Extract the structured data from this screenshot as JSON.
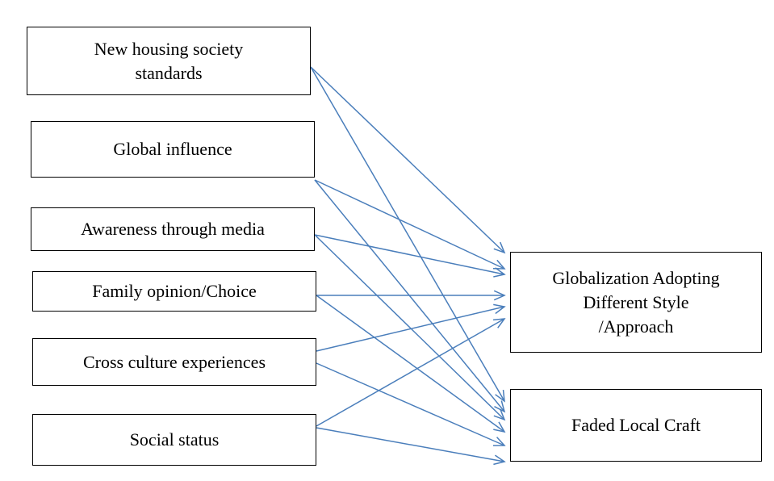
{
  "sources": [
    {
      "id": "src-0",
      "label": "New housing society\nstandards"
    },
    {
      "id": "src-1",
      "label": "Global influence"
    },
    {
      "id": "src-2",
      "label": "Awareness through media"
    },
    {
      "id": "src-3",
      "label": "Family opinion/Choice"
    },
    {
      "id": "src-4",
      "label": "Cross culture experiences"
    },
    {
      "id": "src-5",
      "label": "Social status"
    }
  ],
  "targets": [
    {
      "id": "tgt-0",
      "label": "Globalization Adopting\nDifferent Style\n/Approach"
    },
    {
      "id": "tgt-1",
      "label": "Faded Local Craft"
    }
  ],
  "edges": [
    {
      "from": "src-0",
      "to": "tgt-0"
    },
    {
      "from": "src-0",
      "to": "tgt-1"
    },
    {
      "from": "src-1",
      "to": "tgt-0"
    },
    {
      "from": "src-1",
      "to": "tgt-1"
    },
    {
      "from": "src-2",
      "to": "tgt-0"
    },
    {
      "from": "src-2",
      "to": "tgt-1"
    },
    {
      "from": "src-3",
      "to": "tgt-0"
    },
    {
      "from": "src-3",
      "to": "tgt-1"
    },
    {
      "from": "src-4",
      "to": "tgt-0"
    },
    {
      "from": "src-4",
      "to": "tgt-1"
    },
    {
      "from": "src-5",
      "to": "tgt-0"
    },
    {
      "from": "src-5",
      "to": "tgt-1"
    }
  ],
  "colors": {
    "arrow": "#4a7ebb",
    "box_border": "#000000",
    "text": "#000000"
  }
}
